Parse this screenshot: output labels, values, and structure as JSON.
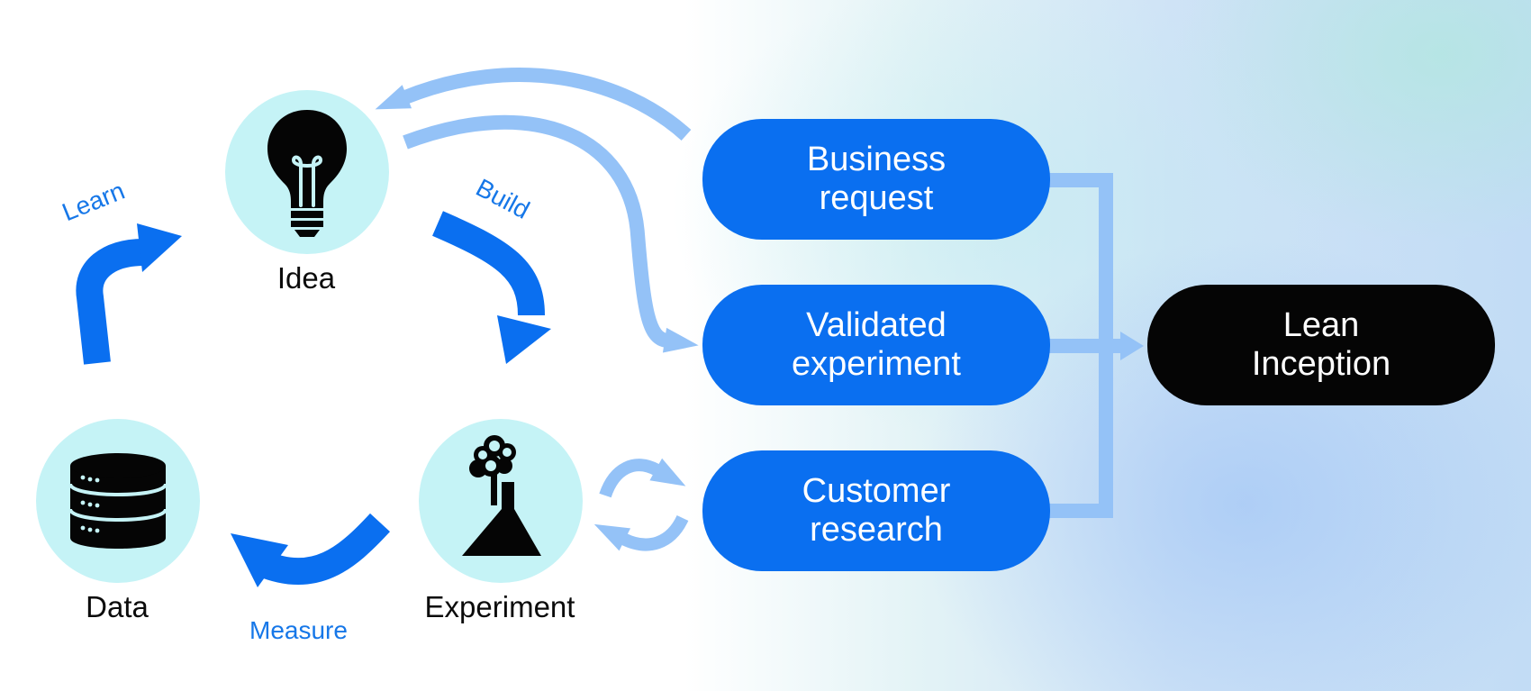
{
  "colors": {
    "accent_blue": "#0A6FF0",
    "light_blue_arrow": "#94C2F7",
    "circle_fill": "#C5F3F6",
    "target_fill": "#050505",
    "label_blue": "#1677E8"
  },
  "cycle": {
    "nodes": [
      {
        "label": "Idea",
        "icon": "lightbulb-icon"
      },
      {
        "label": "Experiment",
        "icon": "flask-icon"
      },
      {
        "label": "Data",
        "icon": "database-icon"
      }
    ],
    "steps": [
      {
        "label": "Build"
      },
      {
        "label": "Measure"
      },
      {
        "label": "Learn"
      }
    ]
  },
  "inputs": [
    {
      "lines": [
        "Business",
        "request"
      ]
    },
    {
      "lines": [
        "Validated",
        "experiment"
      ]
    },
    {
      "lines": [
        "Customer",
        "research"
      ]
    }
  ],
  "target": {
    "lines": [
      "Lean",
      "Inception"
    ]
  }
}
